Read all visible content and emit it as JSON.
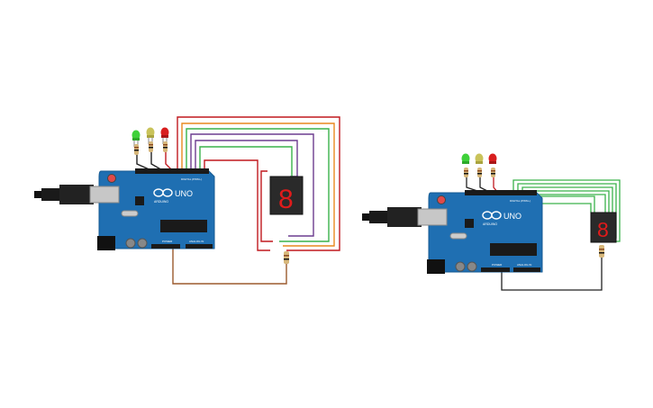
{
  "canvas": {
    "background": "#ffffff"
  },
  "colors": {
    "board_blue": "#1f6fb2",
    "board_dark": "#165a91",
    "led_green": "#3fd13a",
    "led_yellow": "#c9c35a",
    "led_red": "#d81e1e",
    "wire_red": "#c0191f",
    "wire_orange": "#e8891e",
    "wire_purple": "#6c3d8f",
    "wire_green": "#3ab24a",
    "wire_blue": "#3a7fd0",
    "wire_black": "#222222",
    "wire_brown": "#9b5a2e",
    "segment_red": "#e01b1b"
  },
  "circuits": [
    {
      "id": "circuit-left",
      "board": {
        "brand": "ARDUINO",
        "model": "UNO",
        "header_label": "DIGITAL (PWM~)",
        "power_label": "POWER",
        "analog_label": "ANALOG IN"
      },
      "display": {
        "digit": "8"
      },
      "leds": [
        "green",
        "yellow",
        "red"
      ]
    },
    {
      "id": "circuit-right",
      "board": {
        "brand": "ARDUINO",
        "model": "UNO",
        "header_label": "DIGITAL (PWM~)",
        "power_label": "POWER",
        "analog_label": "ANALOG IN"
      },
      "display": {
        "digit": "8"
      },
      "leds": [
        "green",
        "yellow",
        "red"
      ]
    }
  ]
}
